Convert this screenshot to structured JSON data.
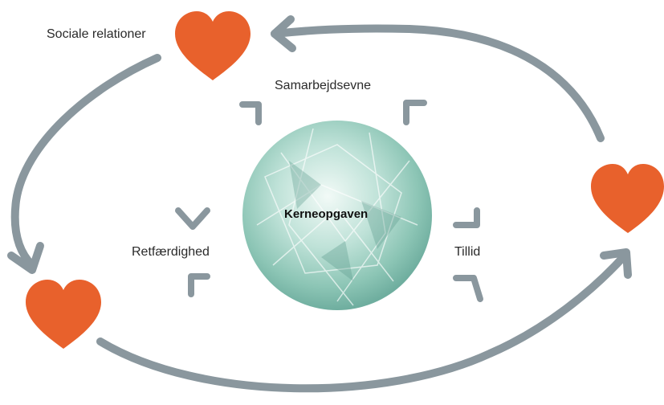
{
  "center": {
    "label": "Kerneopgaven"
  },
  "labels": {
    "social_relations": "Sociale relationer",
    "cooperation": "Samarbejdsevne",
    "justice": "Retfærdighed",
    "trust": "Tillid"
  },
  "colors": {
    "heart": "#E8612C",
    "arrow": "#8A979E",
    "circle_light": "#DDEFEA",
    "circle_mid": "#9ACBBE",
    "circle_dark": "#5B9A8C"
  },
  "icons": {
    "heart": "heart-icon",
    "arrow": "arrow-icon",
    "chevron": "chevron-icon"
  }
}
